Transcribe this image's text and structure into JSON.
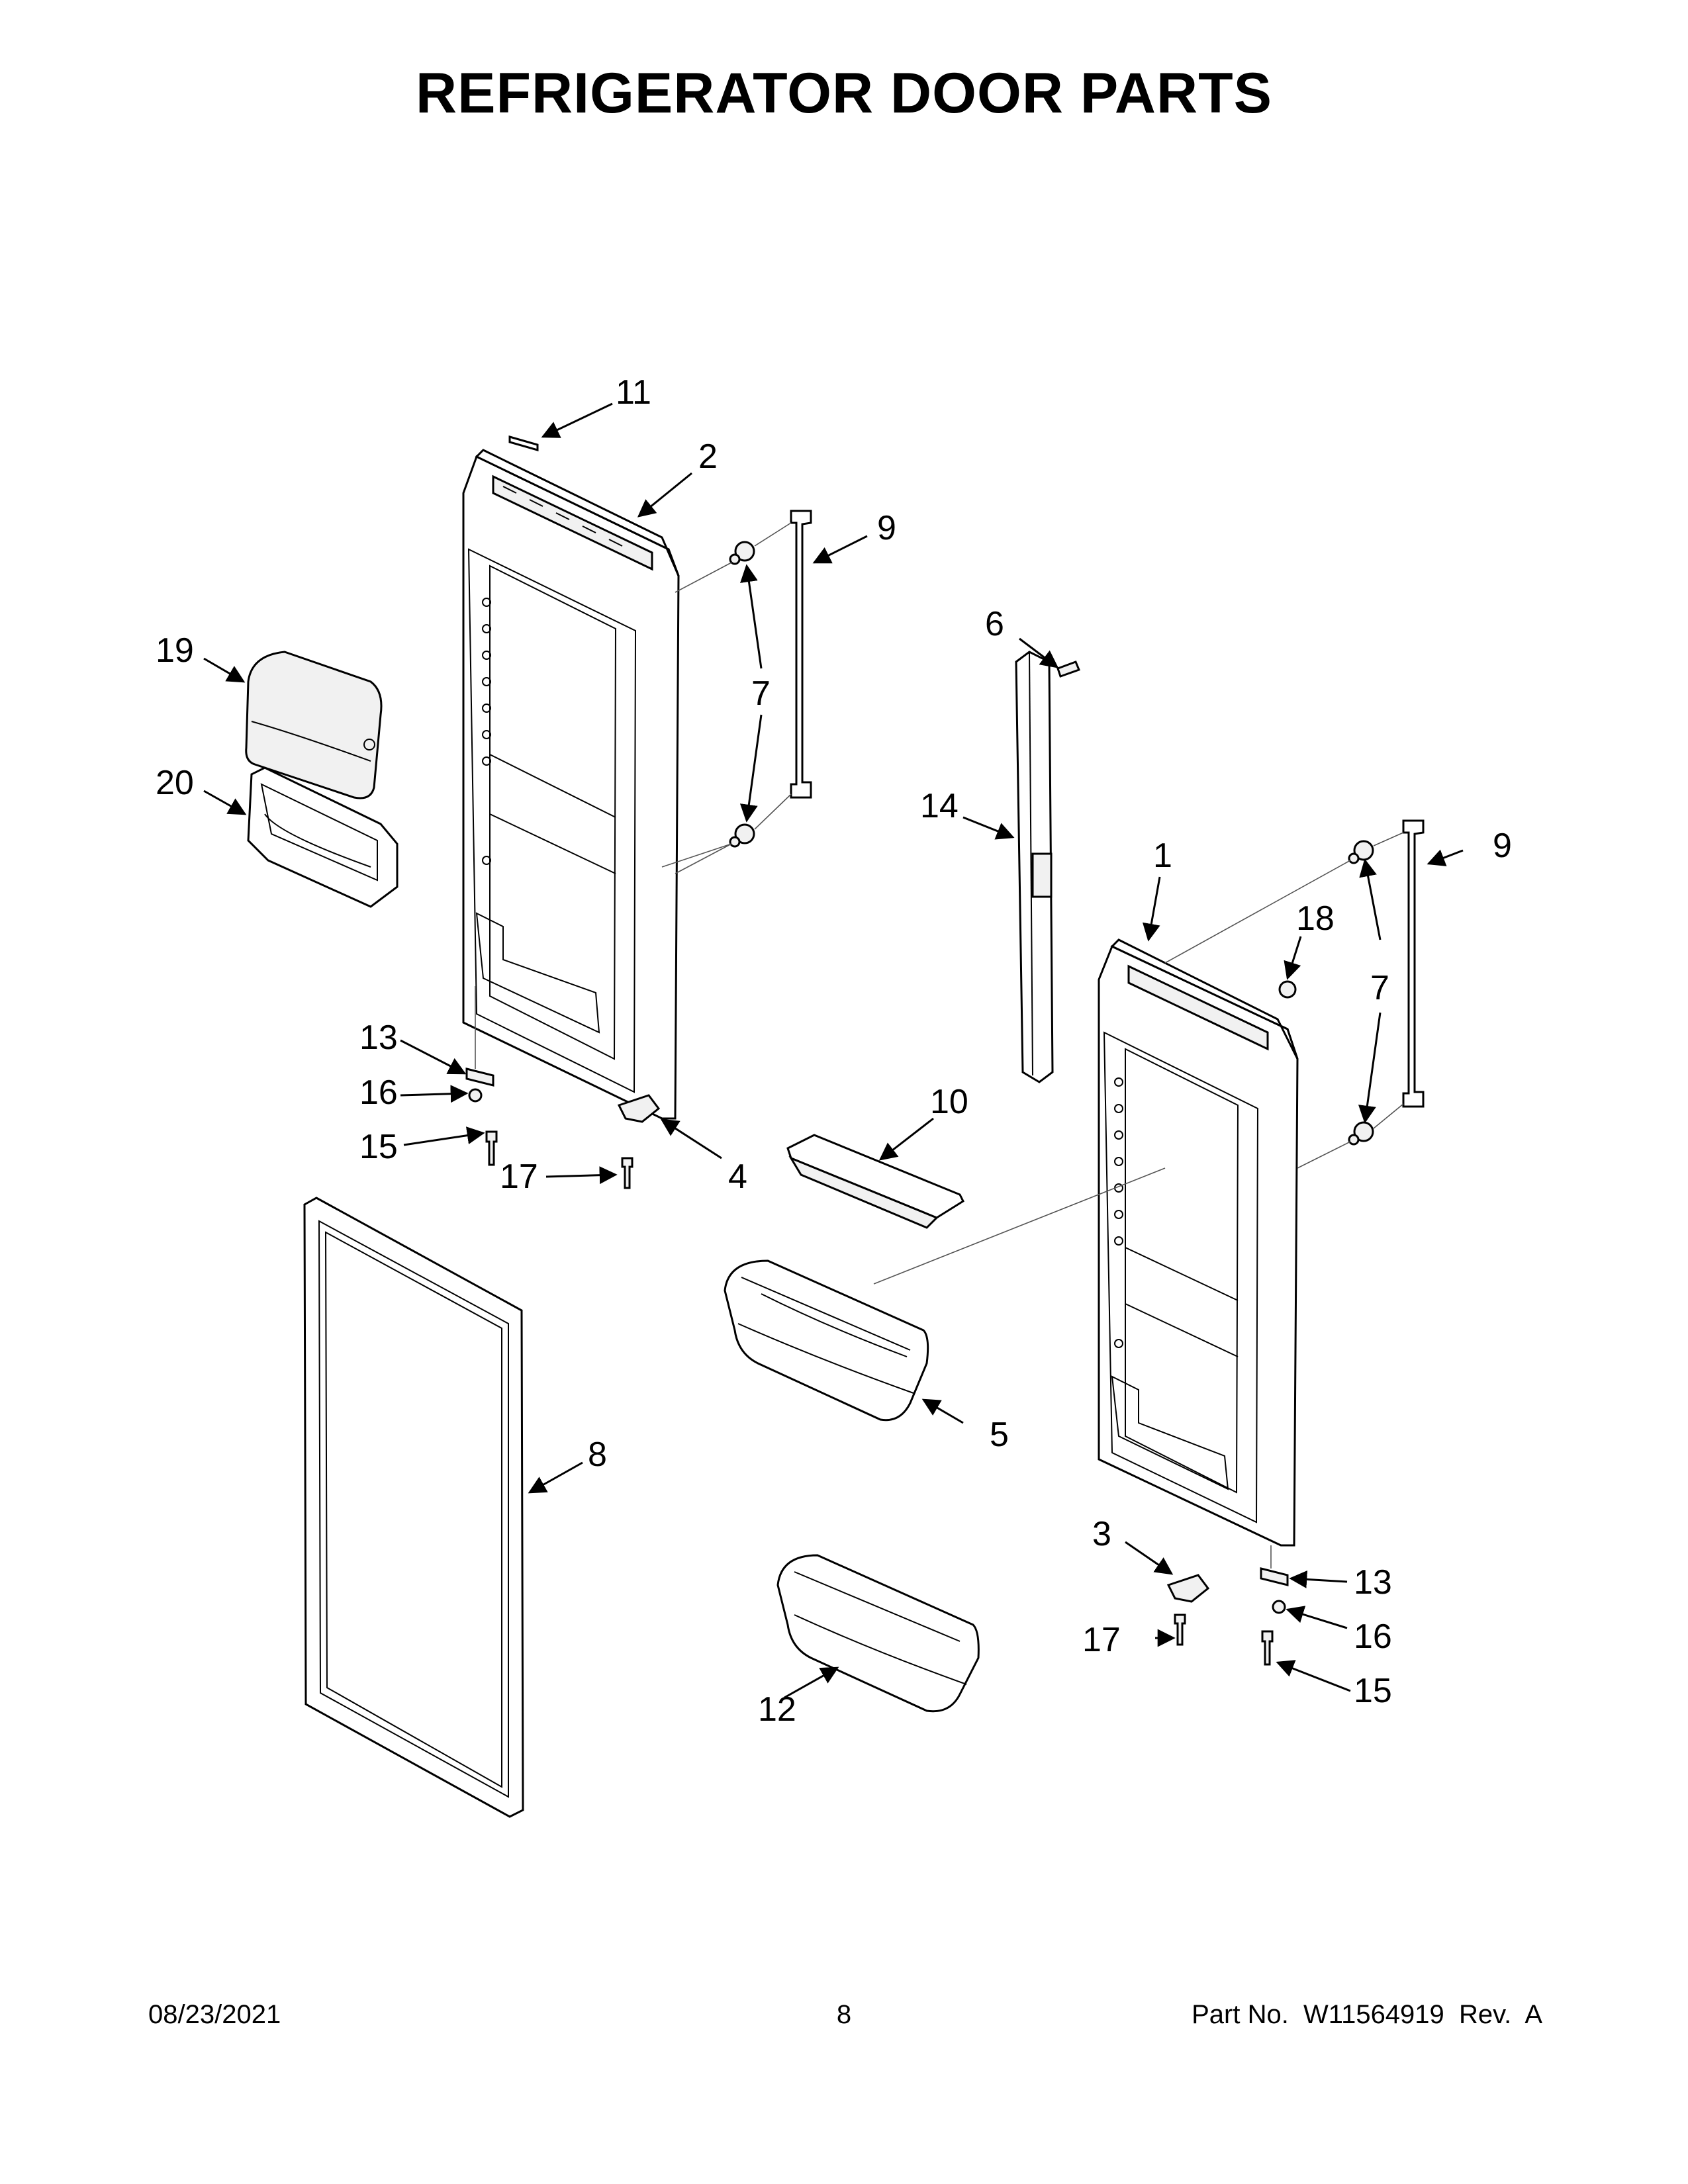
{
  "header": {
    "title": "REFRIGERATOR DOOR PARTS"
  },
  "footer": {
    "date": "08/23/2021",
    "page": "8",
    "part_no": "Part No.  W11564919  Rev.  A"
  },
  "callouts": {
    "c11": "11",
    "c2": "2",
    "c9a": "9",
    "c19": "19",
    "c7a": "7",
    "c6": "6",
    "c20": "20",
    "c14": "14",
    "c1": "1",
    "c9b": "9",
    "c18": "18",
    "c7b": "7",
    "c13a": "13",
    "c16a": "16",
    "c15a": "15",
    "c10": "10",
    "c17a": "17",
    "c4": "4",
    "c8": "8",
    "c5": "5",
    "c3": "3",
    "c13b": "13",
    "c17b": "17",
    "c16b": "16",
    "c12": "12",
    "c15b": "15"
  }
}
